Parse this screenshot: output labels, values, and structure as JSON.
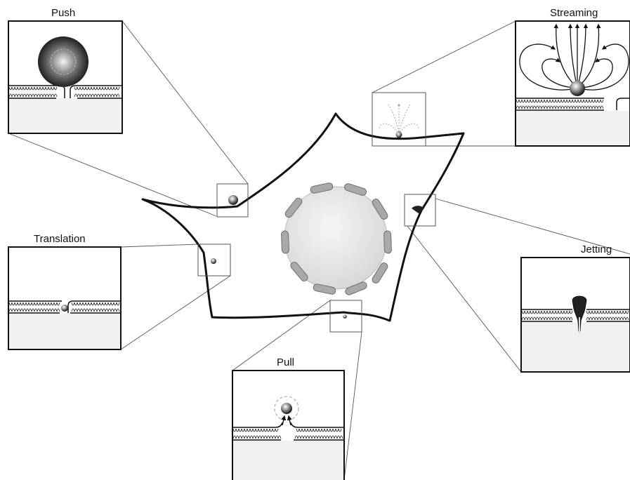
{
  "panels": {
    "push": {
      "label": "Push"
    },
    "streaming": {
      "label": "Streaming"
    },
    "translation": {
      "label": "Translation"
    },
    "jetting": {
      "label": "Jetting"
    },
    "pull": {
      "label": "Pull"
    }
  },
  "colors": {
    "stroke": "#111111",
    "cytoplasm": "#f1f1f1",
    "nucleus_fill": "#e6e6e6",
    "organelle": "#a9a9a9",
    "callout_line": "#555555"
  }
}
